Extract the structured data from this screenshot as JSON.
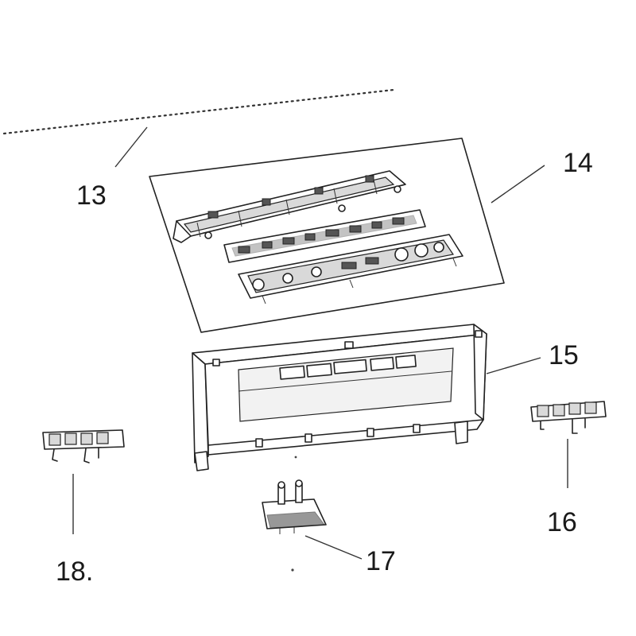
{
  "callouts": [
    {
      "id": "13",
      "label": "13"
    },
    {
      "id": "14",
      "label": "14"
    },
    {
      "id": "15",
      "label": "15"
    },
    {
      "id": "16",
      "label": "16"
    },
    {
      "id": "17",
      "label": "17"
    },
    {
      "id": "18",
      "label": "18."
    }
  ]
}
